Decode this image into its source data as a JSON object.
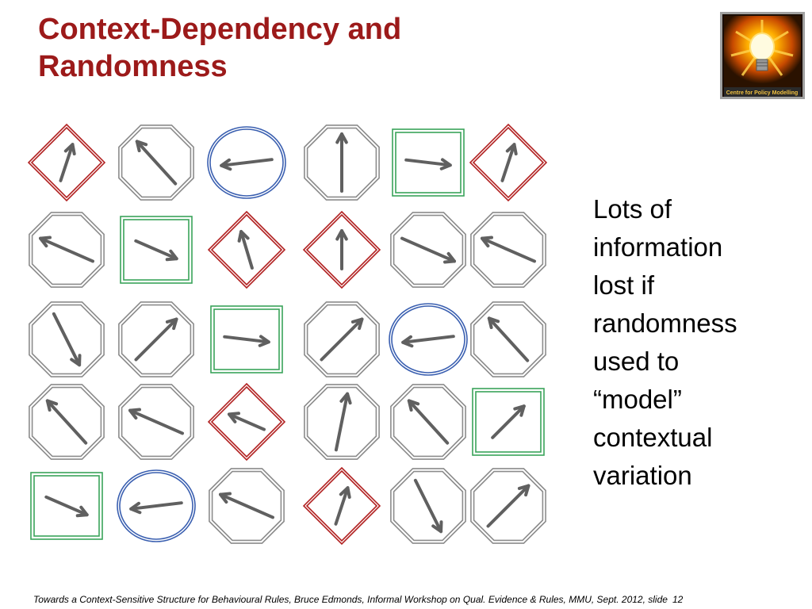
{
  "slide": {
    "title_lines": [
      "Context-Dependency and",
      "Randomness"
    ],
    "body_lines": [
      "Lots of",
      "information",
      "lost if",
      "randomness",
      "used to",
      "“model”",
      "contextual",
      "variation"
    ],
    "logo_text": "Centre for Policy Modelling",
    "footer": {
      "title": "Towards a Context-Sensitive Structure for Behavioural Rules",
      "rest": ", Bruce Edmonds, Informal Workshop on Qual. Evidence & Rules, MMU, Sept. 2012,  slide",
      "page": "12"
    }
  },
  "colors": {
    "title": "#9c1a1a",
    "octagon": "#8c8c8c",
    "diamond": "#b22222",
    "circle": "#3a5fb0",
    "square": "#3aa35a",
    "arrow": "#606060"
  },
  "grid": [
    [
      {
        "shape": "diamond",
        "arrow": "up-right-steep"
      },
      {
        "shape": "octagon",
        "arrow": "down-left"
      },
      {
        "shape": "circle",
        "arrow": "left"
      },
      {
        "shape": "octagon",
        "arrow": "up"
      },
      {
        "shape": "square",
        "arrow": "right"
      },
      {
        "shape": "diamond",
        "arrow": "up-right-steep"
      }
    ],
    [
      {
        "shape": "octagon",
        "arrow": "up-left"
      },
      {
        "shape": "square",
        "arrow": "down-right"
      },
      {
        "shape": "diamond",
        "arrow": "up-left-steep"
      },
      {
        "shape": "diamond",
        "arrow": "up"
      },
      {
        "shape": "octagon",
        "arrow": "down-right"
      },
      {
        "shape": "octagon",
        "arrow": "up-left"
      }
    ],
    [
      {
        "shape": "octagon",
        "arrow": "down-steep"
      },
      {
        "shape": "octagon",
        "arrow": "up-right"
      },
      {
        "shape": "square",
        "arrow": "right"
      },
      {
        "shape": "octagon",
        "arrow": "up-right"
      },
      {
        "shape": "circle",
        "arrow": "left"
      },
      {
        "shape": "octagon",
        "arrow": "down-left"
      }
    ],
    [
      {
        "shape": "octagon",
        "arrow": "down-left"
      },
      {
        "shape": "octagon",
        "arrow": "up-left"
      },
      {
        "shape": "diamond",
        "arrow": "up-left"
      },
      {
        "shape": "octagon",
        "arrow": "up-steep"
      },
      {
        "shape": "octagon",
        "arrow": "down-left"
      },
      {
        "shape": "square",
        "arrow": "up-right"
      }
    ],
    [
      {
        "shape": "square",
        "arrow": "down-right"
      },
      {
        "shape": "circle",
        "arrow": "left"
      },
      {
        "shape": "octagon",
        "arrow": "up-left"
      },
      {
        "shape": "diamond",
        "arrow": "up-right-steep"
      },
      {
        "shape": "octagon",
        "arrow": "down-steep"
      },
      {
        "shape": "octagon",
        "arrow": "up-right"
      }
    ]
  ]
}
